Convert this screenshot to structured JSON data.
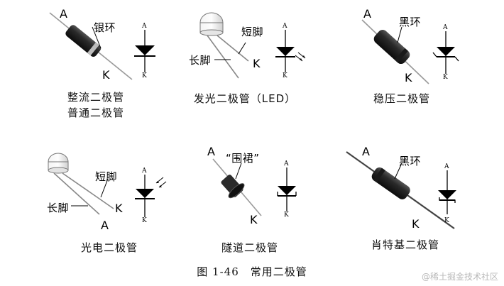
{
  "panels": {
    "rectifier": {
      "a": "A",
      "k": "K",
      "part_label": "银环",
      "caption_1": "整流二极管",
      "caption_2": "普通二极管",
      "sym_a": "A",
      "sym_k": "K"
    },
    "led": {
      "k": "K",
      "short_leg": "短脚",
      "long_leg": "长脚",
      "caption": "发光二极管（LED）",
      "sym_a": "A",
      "sym_k": "K"
    },
    "zener": {
      "a": "A",
      "k": "K",
      "part_label": "黑环",
      "caption": "稳压二极管",
      "sym_a": "A",
      "sym_k": "K"
    },
    "photo": {
      "k": "K",
      "a": "A",
      "short_leg": "短脚",
      "long_leg": "长脚",
      "caption": "光电二极管",
      "sym_a": "A",
      "sym_k": "K"
    },
    "tunnel": {
      "a": "A",
      "k": "K",
      "part_label": "“围裙”",
      "caption": "隧道二极管",
      "sym_a": "A",
      "sym_k": "K"
    },
    "schottky": {
      "a": "A",
      "k": "K",
      "part_label": "黑环",
      "caption": "肖特基二极管",
      "sym_a": "A",
      "sym_k": "K"
    }
  },
  "figure_caption": "图 1-46　常用二极管",
  "watermark": "@稀土掘金技术社区"
}
